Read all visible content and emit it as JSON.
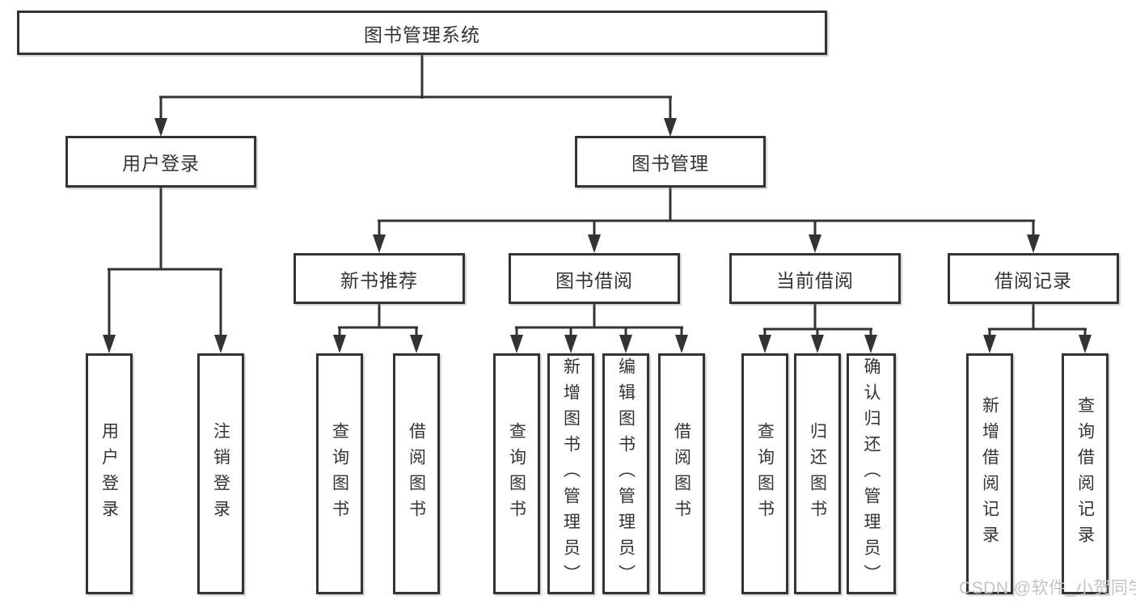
{
  "diagram": {
    "watermark": {
      "text": "CSDN @软件_小贺同学"
    },
    "colors": {
      "line": "#333333",
      "text": "#333333",
      "box_background": "#ffffff",
      "watermark": "#c3c3c3"
    },
    "tree": {
      "root": {
        "label": "图书管理系统",
        "children": [
          {
            "label": "用户登录",
            "children": [
              {
                "label": "用户登录"
              },
              {
                "label": "注销登录"
              }
            ]
          },
          {
            "label": "图书管理",
            "children": [
              {
                "label": "新书推荐",
                "children": [
                  {
                    "label": "查询图书"
                  },
                  {
                    "label": "借阅图书"
                  }
                ]
              },
              {
                "label": "图书借阅",
                "children": [
                  {
                    "label": "查询图书"
                  },
                  {
                    "label": "新增图书（管理员）"
                  },
                  {
                    "label": "编辑图书（管理员）"
                  },
                  {
                    "label": "借阅图书"
                  }
                ]
              },
              {
                "label": "当前借阅",
                "children": [
                  {
                    "label": "查询图书"
                  },
                  {
                    "label": "归还图书"
                  },
                  {
                    "label": "确认归还（管理员）"
                  }
                ]
              },
              {
                "label": "借阅记录",
                "children": [
                  {
                    "label": "新增借阅记录"
                  },
                  {
                    "label": "查询借阅记录"
                  }
                ]
              }
            ]
          }
        ]
      }
    }
  }
}
